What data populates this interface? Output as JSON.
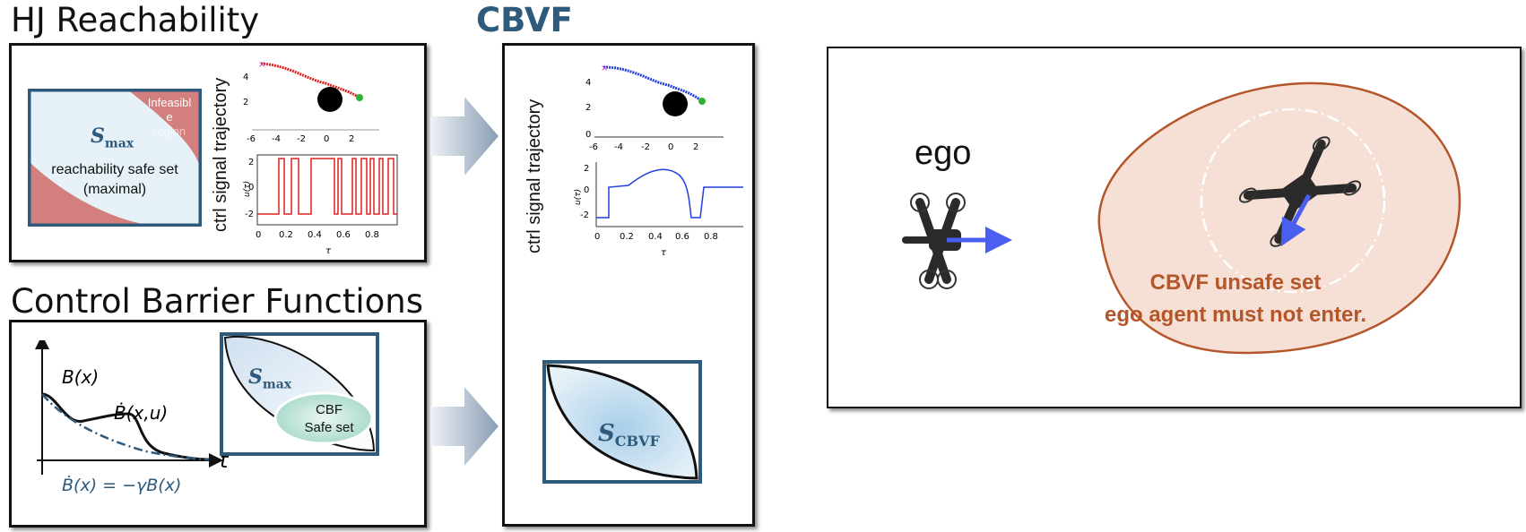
{
  "headings": {
    "hj": "HJ Reachability",
    "cbvf": "CBVF",
    "cbf": "Control Barrier Functions"
  },
  "hj_panel": {
    "safe_set_symbol": "S",
    "safe_set_sub": "max",
    "safe_set_line1": "reachability safe set",
    "safe_set_line2": "(maximal)",
    "infeasible_line1": "Infeasibl",
    "infeasible_line2": "e",
    "infeasible_line3": "region",
    "vertical_label": "ctrl signal trajectory",
    "traj_y_ticks": [
      "4",
      "2"
    ],
    "traj_x_ticks": [
      "-6",
      "-4",
      "-2",
      "0",
      "2"
    ],
    "ctrl_y_label": "u(τ)",
    "ctrl_y_ticks": [
      "2",
      "0",
      "-2"
    ],
    "ctrl_x_ticks": [
      "0",
      "0.2",
      "0.4",
      "0.6",
      "0.8"
    ],
    "ctrl_x_label": "τ"
  },
  "cbvf_panel": {
    "vertical_label": "ctrl signal trajectory",
    "traj_y_ticks": [
      "4",
      "2",
      "0"
    ],
    "traj_x_ticks": [
      "-6",
      "-4",
      "-2",
      "0",
      "2"
    ],
    "ctrl_y_label": "u(τ)",
    "ctrl_y_ticks": [
      "2",
      "0",
      "-2"
    ],
    "ctrl_x_ticks": [
      "0",
      "0.2",
      "0.4",
      "0.6",
      "0.8"
    ],
    "ctrl_x_label": "τ",
    "set_symbol": "S",
    "set_sub": "CBVF"
  },
  "cbf_panel": {
    "b_label": "B(x)",
    "bdot_label": "Ḃ(x,u)",
    "t_label": "t",
    "bottom_eq": "Ḃ(x) = −γB(x)",
    "smax_symbol": "S",
    "smax_sub": "max",
    "cbf_line1": "CBF",
    "cbf_line2": "Safe set"
  },
  "scene_panel": {
    "ego_label": "ego",
    "unsafe_line1": "CBVF unsafe set",
    "unsafe_line2": "ego agent must not enter."
  },
  "colors": {
    "accent_blue": "#2e5a7c",
    "infeasible_red": "#d27f7d",
    "safe_light": "#e6f1f8",
    "unsafe_fill": "#f6e0d5",
    "unsafe_stroke": "#b5562a",
    "arrow_blue": "#4a5ff0"
  }
}
